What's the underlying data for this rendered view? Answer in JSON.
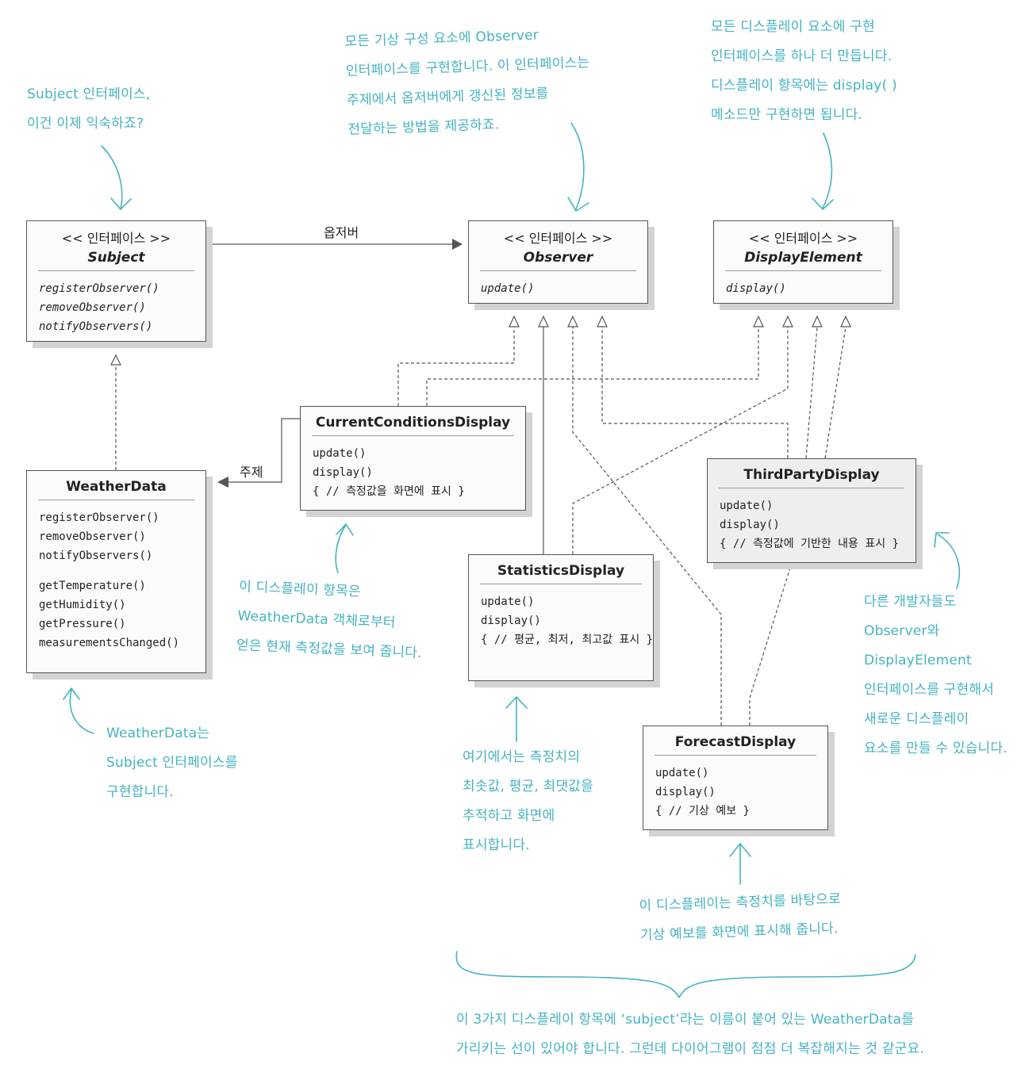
{
  "classes": {
    "subject": {
      "stereotype": "<< 인터페이스 >>",
      "name": "Subject",
      "methods": [
        "registerObserver()",
        "removeObserver()",
        "notifyObservers()"
      ]
    },
    "observer": {
      "stereotype": "<< 인터페이스 >>",
      "name": "Observer",
      "methods": [
        "update()"
      ]
    },
    "display_element": {
      "stereotype": "<< 인터페이스 >>",
      "name": "DisplayElement",
      "methods": [
        "display()"
      ]
    },
    "weather_data": {
      "name": "WeatherData",
      "methods": [
        "registerObserver()",
        "removeObserver()",
        "notifyObservers()"
      ],
      "methods2": [
        "getTemperature()",
        "getHumidity()",
        "getPressure()",
        "measurementsChanged()"
      ]
    },
    "current_conditions": {
      "name": "CurrentConditionsDisplay",
      "methods": [
        "update()",
        "display()",
        "{  //  측정값을 화면에 표시  }"
      ]
    },
    "third_party": {
      "name": "ThirdPartyDisplay",
      "methods": [
        "update()",
        "display()",
        "{  //  측정값에 기반한 내용 표시  }"
      ]
    },
    "statistics": {
      "name": "StatisticsDisplay",
      "methods": [
        "update()",
        "display()",
        "{  //  평균, 최저, 최고값 표시  }"
      ]
    },
    "forecast": {
      "name": "ForecastDisplay",
      "methods": [
        "update()",
        "display()",
        "{  //  기상  예보  }"
      ]
    }
  },
  "edge_labels": {
    "observer": "옵저버",
    "subject": "주제"
  },
  "notes": {
    "subject_note": [
      "Subject 인터페이스,",
      "이건 이제 익숙하죠?"
    ],
    "observer_note": [
      "모든 기상 구성 요소에 Observer",
      "인터페이스를 구현합니다. 이 인터페이스는",
      "주제에서 옵저버에게 갱신된 정보를",
      "전달하는 방법을 제공하죠."
    ],
    "display_note": [
      "모든 디스플레이 요소에 구현",
      "인터페이스를 하나 더 만듭니다.",
      "디스플레이 항목에는 display( )",
      "메소드만 구현하면 됩니다."
    ],
    "current_note": [
      "이 디스플레이 항목은",
      "WeatherData 객체로부터",
      "얻은 현재 측정값을 보여 줍니다."
    ],
    "weather_note": [
      "WeatherData는",
      "Subject 인터페이스를",
      "구현합니다."
    ],
    "statistics_note": [
      "여기에서는 측정치의",
      "최솟값, 평균, 최댓값을",
      "추적하고 화면에",
      "표시합니다."
    ],
    "third_party_note": [
      "다른 개발자들도",
      "Observer와",
      "DisplayElement",
      "인터페이스를 구현해서",
      "새로운 디스플레이",
      "요소를 만들 수 있습니다."
    ],
    "forecast_note": [
      "이 디스플레이는 측정치를 바탕으로",
      "기상 예보를 화면에 표시해 줍니다."
    ],
    "bottom_note": [
      "이 3가지 디스플레이 항목에 ‘subject’라는 이름이 붙어 있는 WeatherData를",
      "가리키는 선이 있어야 합니다. 그런데 다이어그램이 점점 더 복잡해지는 것 같군요."
    ]
  }
}
